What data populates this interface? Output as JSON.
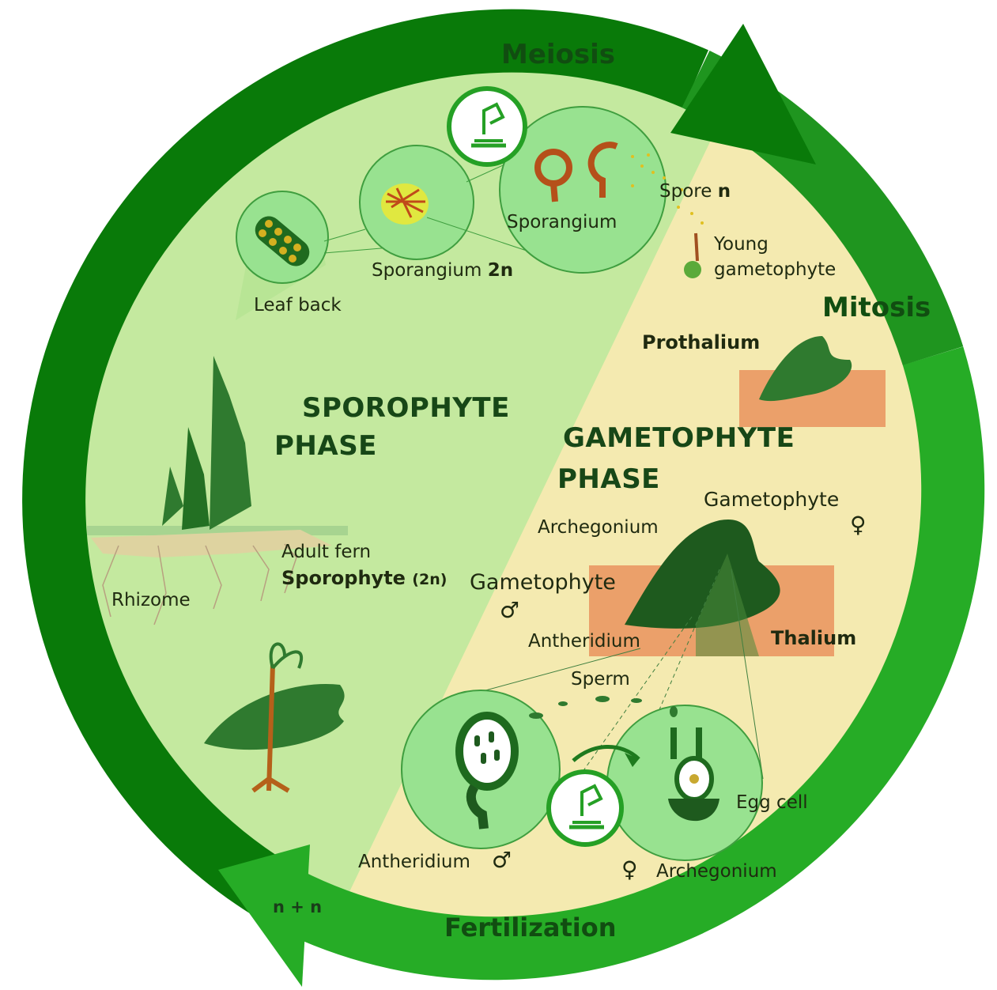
{
  "colors": {
    "ring_dark": "#097a09",
    "ring_light": "#26ac26",
    "sporophyte_bg": "#c4e99f",
    "gametophyte_bg": "#f4eab0",
    "soil": "#eba06a",
    "dark_leaf": "#1e5a1e",
    "magnifier": "#98e290",
    "label_dark": "#114d11"
  },
  "cycle_steps": {
    "meiosis": "Meiosis",
    "mitosis": "Mitosis",
    "fertilization": "Fertilization",
    "n_plus_n": "n + n"
  },
  "phases": {
    "sporophyte_line1": "SPOROPHYTE",
    "sporophyte_line2": "PHASE",
    "gametophyte_line1": "GAMETOPHYTE",
    "gametophyte_line2": "PHASE"
  },
  "labels": {
    "leaf_back": "Leaf back",
    "sporangium_2n_text": "Sporangium",
    "sporangium_2n_ploidy": "2n",
    "sporangium": "Sporangium",
    "spore_text": "Spore",
    "spore_ploidy": "n",
    "young_gametophyte_1": "Young",
    "young_gametophyte_2": "gametophyte",
    "prothalium": "Prothalium",
    "adult_fern": "Adult fern",
    "sporophyte_text": "Sporophyte",
    "sporophyte_ploidy": "(2n)",
    "rhizome": "Rhizome",
    "archegonium_top": "Archegonium",
    "gametophyte_female": "Gametophyte",
    "female_symbol": "♀",
    "gametophyte_male": "Gametophyte",
    "male_symbol": "♂",
    "antheridium_top": "Antheridium",
    "thalium": "Thalium",
    "sperm": "Sperm",
    "egg_cell": "Egg cell",
    "antheridium_bottom": "Antheridium",
    "male_symbol_bottom": "♂",
    "female_symbol_bottom": "♀",
    "archegonium_bottom": "Archegonium"
  },
  "icons": [
    "microscope-icon",
    "microscope-icon"
  ]
}
